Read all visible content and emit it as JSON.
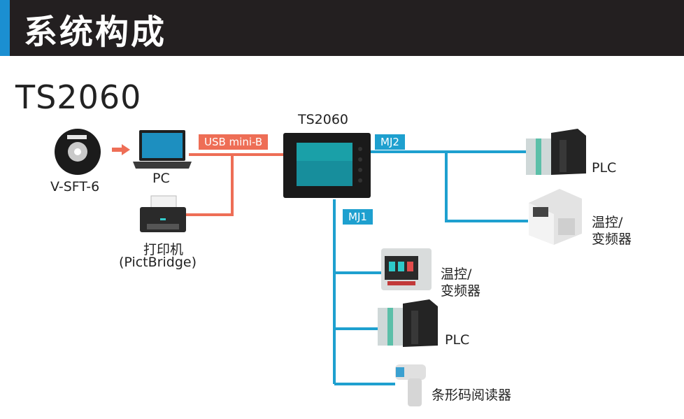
{
  "header": {
    "title": "系统构成"
  },
  "model": "TS2060",
  "devices": {
    "hmi": "TS2060",
    "software": "V-SFT-6",
    "pc": "PC",
    "printer_line1": "打印机",
    "printer_line2": "(PictBridge)",
    "plc_top": "PLC",
    "temp_vfd_right_line1": "温控/",
    "temp_vfd_right_line2": "变频器",
    "temp_vfd_mid_line1": "温控/",
    "temp_vfd_mid_line2": "变频器",
    "plc_bottom": "PLC",
    "barcode": "条形码阅读器"
  },
  "ports": {
    "usb": "USB mini-B",
    "mj2": "MJ2",
    "mj1": "MJ1"
  },
  "colors": {
    "usb_line": "#ee6e56",
    "mj_line": "#1ea0cf",
    "header_bg": "#231f20",
    "header_accent": "#1b8fd1"
  },
  "icons": [
    "cd-icon",
    "arrow-right-icon",
    "laptop-icon",
    "printer-icon",
    "touch-panel-icon",
    "plc-icon",
    "controller-box-icon",
    "barcode-reader-icon"
  ]
}
